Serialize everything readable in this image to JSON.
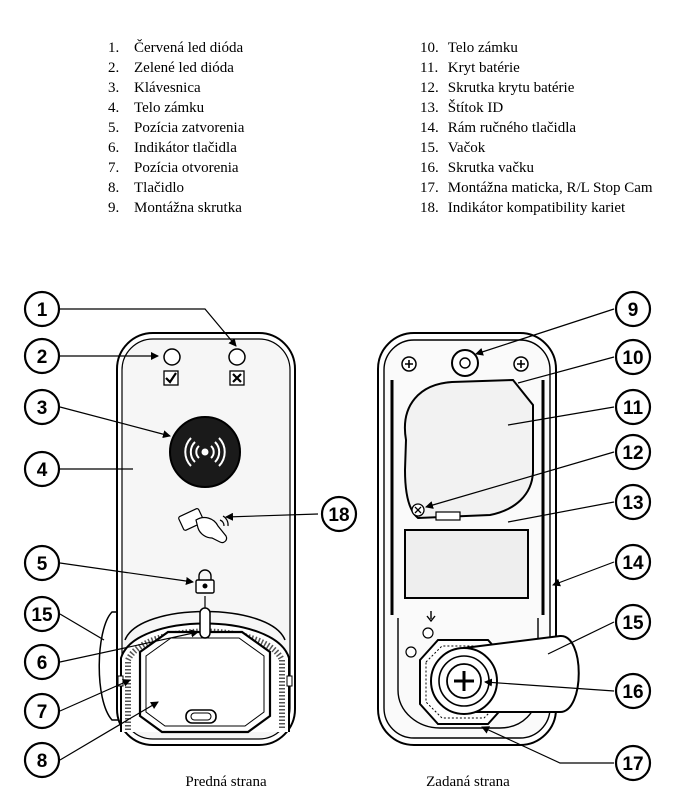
{
  "legend_left": [
    {
      "num": "1.",
      "label": "Červená led dióda"
    },
    {
      "num": "2.",
      "label": "Zelené led dióda"
    },
    {
      "num": "3.",
      "label": "Klávesnica"
    },
    {
      "num": "4.",
      "label": "Telo zámku"
    },
    {
      "num": "5.",
      "label": "Pozícia zatvorenia"
    },
    {
      "num": "6.",
      "label": "Indikátor tlačidla"
    },
    {
      "num": "7.",
      "label": "Pozícia otvorenia"
    },
    {
      "num": "8.",
      "label": "Tlačidlo"
    },
    {
      "num": "9.",
      "label": "Montážna skrutka"
    }
  ],
  "legend_right": [
    {
      "num": "10.",
      "label": "Telo zámku"
    },
    {
      "num": "11.",
      "label": "Kryt batérie"
    },
    {
      "num": "12.",
      "label": "Skrutka krytu batérie"
    },
    {
      "num": "13.",
      "label": "Štítok ID"
    },
    {
      "num": "14.",
      "label": "Rám ručného tlačidla"
    },
    {
      "num": "15.",
      "label": "Vačok"
    },
    {
      "num": "16.",
      "label": "Skrutka vačku"
    },
    {
      "num": "17.",
      "label": "Montážna maticka, R/L  Stop Cam"
    },
    {
      "num": "18.",
      "label": "Indikátor kompatibility kariet"
    }
  ],
  "callouts": {
    "c1": "1",
    "c2": "2",
    "c3": "3",
    "c4": "4",
    "c5": "5",
    "c6": "6",
    "c7": "7",
    "c8": "8",
    "c9": "9",
    "c10": "10",
    "c11": "11",
    "c12": "12",
    "c13": "13",
    "c14": "14",
    "c15a": "15",
    "c15b": "15",
    "c16": "16",
    "c17": "17",
    "c18": "18"
  },
  "captions": {
    "front": "Predná strana",
    "back": "Zadaná strana"
  }
}
